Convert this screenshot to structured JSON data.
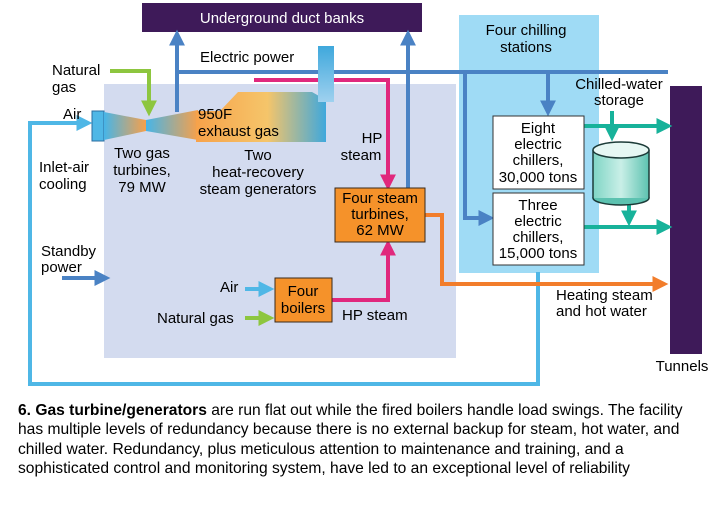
{
  "colors": {
    "central_plant_bg": "#d3dbef",
    "chilling_bg": "#9fdbf5",
    "duct_box": "#3e1a59",
    "tunnel_bar": "#3e1a59",
    "electric_line": "#4a82c4",
    "gas_line": "#8dc63f",
    "air_line": "#4fb7e6",
    "steam_line": "#e0287d",
    "heating_line": "#f27d2b",
    "chilled_line": "#17b29a",
    "orange_box": "#f5922a"
  },
  "labels": {
    "duct_banks": "Underground duct banks",
    "electric_power": "Electric power",
    "natural_gas_top_l1": "Natural",
    "natural_gas_top_l2": "gas",
    "air_top": "Air",
    "inlet_air_l1": "Inlet-air",
    "inlet_air_l2": "cooling",
    "gas_turbines_l1": "Two gas",
    "gas_turbines_l2": "turbines,",
    "gas_turbines_l3": "79 MW",
    "exhaust_l1": "950F",
    "exhaust_l2": "exhaust gas",
    "hrsg_l1": "Two",
    "hrsg_l2": "heat-recovery",
    "hrsg_l3": "steam generators",
    "hp_steam_l1": "HP",
    "hp_steam_l2": "steam",
    "steam_turbines_l1": "Four steam",
    "steam_turbines_l2": "turbines,",
    "steam_turbines_l3": "62 MW",
    "standby_l1": "Standby",
    "standby_l2": "power",
    "air_boilers": "Air",
    "natural_gas_boilers": "Natural gas",
    "boilers_l1": "Four",
    "boilers_l2": "boilers",
    "hp_steam_boilers": "HP steam",
    "chilling_l1": "Four chilling",
    "chilling_l2": "stations",
    "chilled_storage_l1": "Chilled-water",
    "chilled_storage_l2": "storage",
    "eight_chillers_l1": "Eight",
    "eight_chillers_l2": "electric",
    "eight_chillers_l3": "chillers,",
    "eight_chillers_l4": "30,000 tons",
    "three_chillers_l1": "Three",
    "three_chillers_l2": "electric",
    "three_chillers_l3": "chillers,",
    "three_chillers_l4": "15,000 tons",
    "heating_l1": "Heating steam",
    "heating_l2": "and hot water",
    "tunnels": "Tunnels"
  },
  "caption": {
    "lead": "6. Gas turbine/generators",
    "body": " are run flat out while the fired boilers handle load swings. The facility has multiple levels of redundancy because there is no external backup for steam, hot water, and chilled water. Redundancy, plus meticulous attention to maintenance and training, and a sophisticated control and monitoring system, have led to an exceptional level of reliability"
  }
}
